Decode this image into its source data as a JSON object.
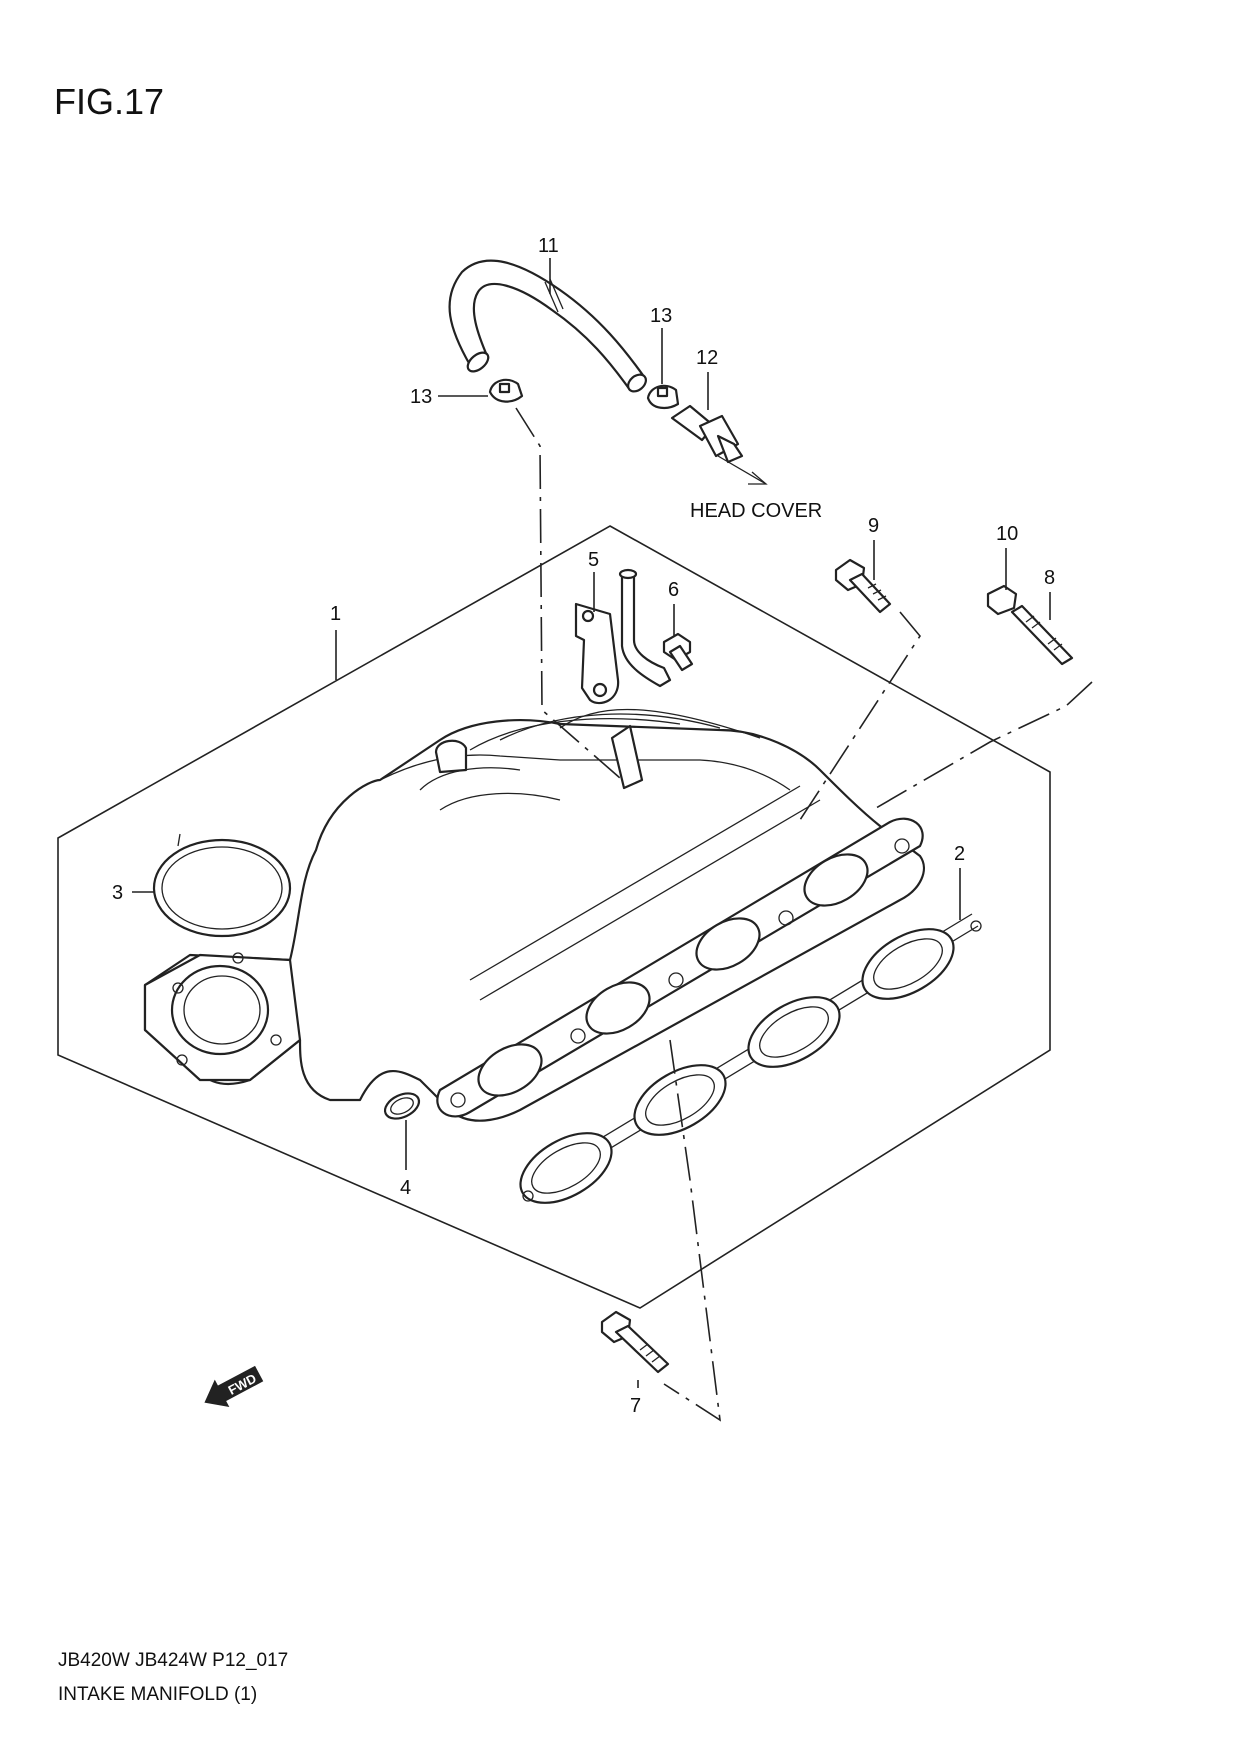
{
  "figure_label": "FIG.17",
  "callouts": {
    "c1": "1",
    "c2": "2",
    "c3": "3",
    "c4": "4",
    "c5": "5",
    "c6": "6",
    "c7": "7",
    "c8": "8",
    "c9": "9",
    "c10": "10",
    "c11": "11",
    "c12": "12",
    "c13a": "13",
    "c13b": "13"
  },
  "note_head_cover": "HEAD COVER",
  "fwd_arrow_text": "FWD",
  "footer": {
    "model_code": "JB420W JB424W P12_017",
    "title": "INTAKE MANIFOLD (1)"
  }
}
